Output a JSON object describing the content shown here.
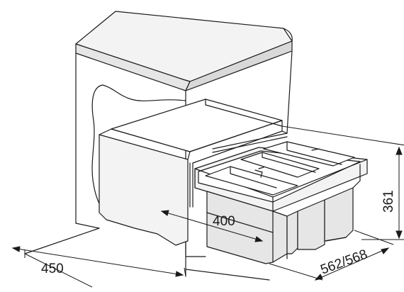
{
  "dimensions": {
    "width_label": "450",
    "depth_label": "562/568",
    "height_label": "361",
    "bin_width_label": "400"
  },
  "colors": {
    "line": "#1a1a1a",
    "fill_light": "#f3f3f3",
    "fill_mid": "#e6e6e6",
    "fill_dark": "#d9d9d9",
    "background": "#ffffff"
  }
}
